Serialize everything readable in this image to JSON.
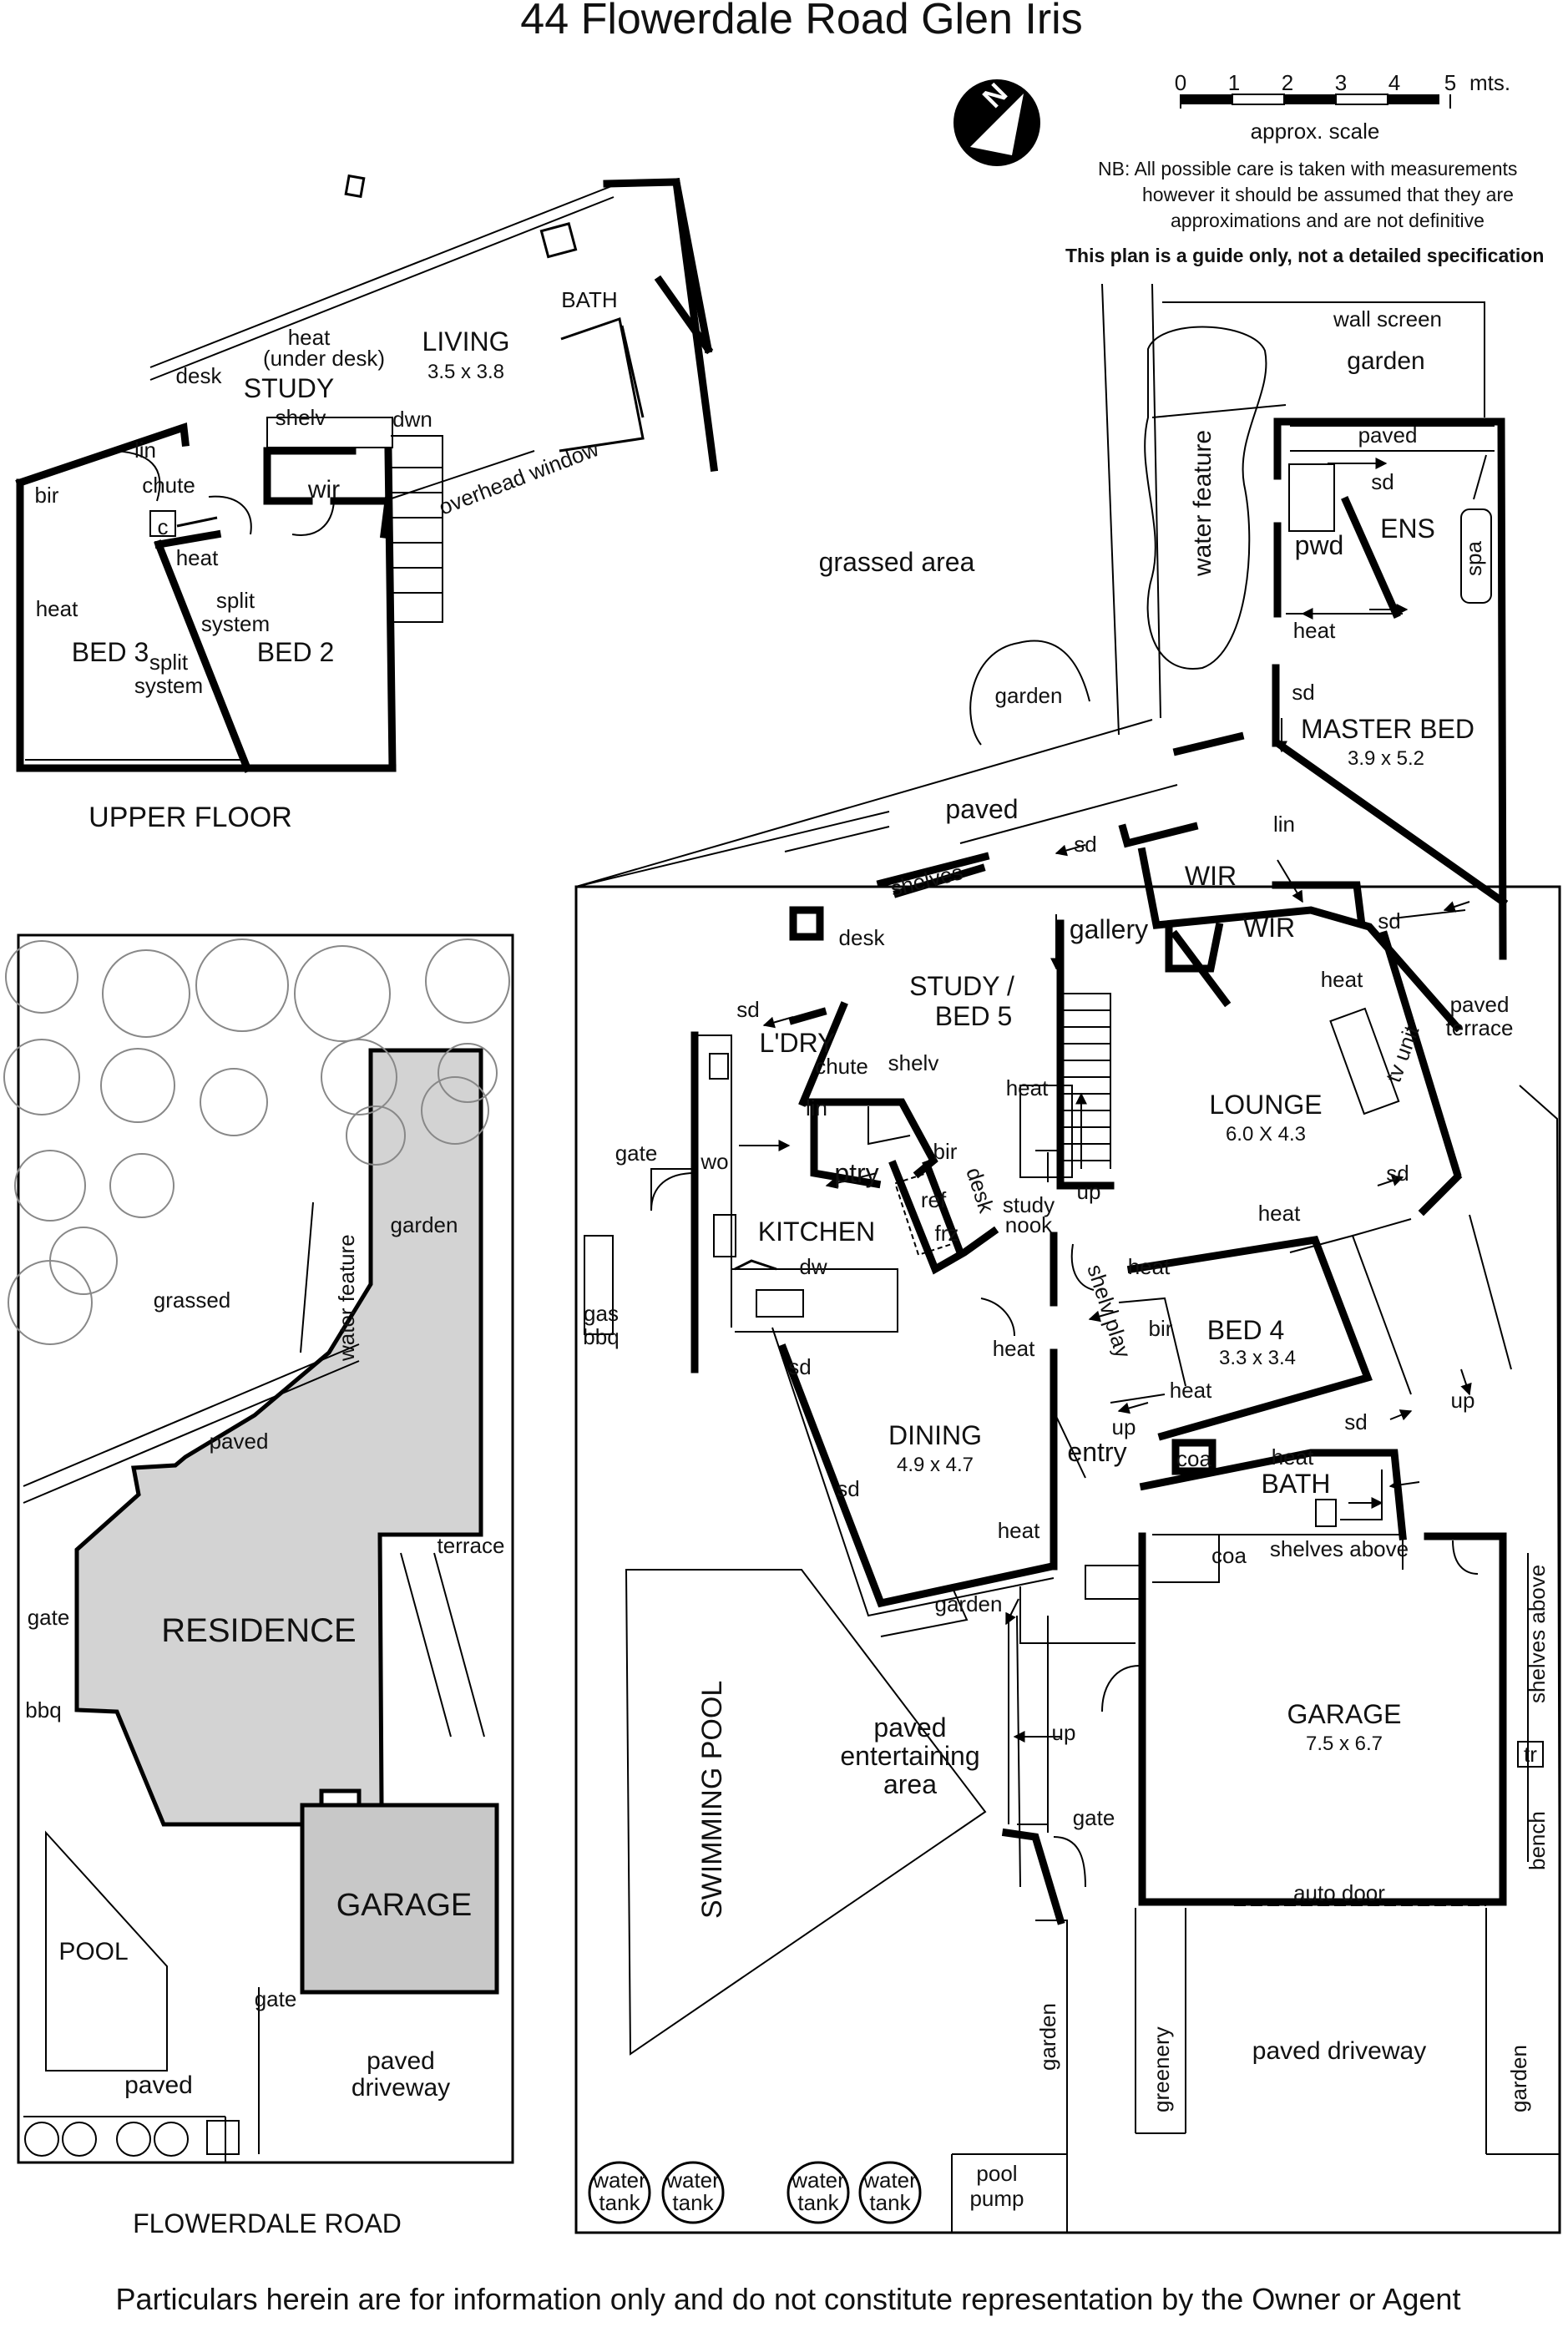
{
  "title": "44 Flowerdale Road Glen Iris",
  "scale": {
    "ticks": [
      "0",
      "1",
      "2",
      "3",
      "4",
      "5"
    ],
    "unit": "mts.",
    "caption": "approx. scale"
  },
  "compass": {
    "letter": "N",
    "icon": "north-arrow-icon"
  },
  "disclaimer": [
    "NB:  All possible care is taken with measurements",
    "however it should be assumed that they are",
    "approximations and are not definitive"
  ],
  "guide_note": "This plan is a guide only, not a detailed specification",
  "footer": "Particulars herein are for information only and do not constitute representation by the Owner or Agent",
  "upper_floor": {
    "heading": "UPPER FLOOR",
    "labels": {
      "living": "LIVING",
      "living_dim": "3.5 x 3.8",
      "bath": "BATH",
      "study": "STUDY",
      "desk": "desk",
      "heat_under_desk_1": "heat",
      "heat_under_desk_2": "(under desk)",
      "shelv": "shelv",
      "dwn": "dwn",
      "wir": "wir",
      "overhead_window": "overhead window",
      "lin": "lin",
      "bir": "bir",
      "chute": "chute",
      "c": "c",
      "heat_a": "heat",
      "heat_b": "heat",
      "split_1a": "split",
      "split_1b": "system",
      "split_2a": "split",
      "split_2b": "system",
      "bed3": "BED 3",
      "bed2": "BED 2"
    }
  },
  "site_plan": {
    "street": "FLOWERDALE ROAD",
    "labels": {
      "garden": "garden",
      "grassed": "grassed",
      "water_feature": "water feature",
      "paved_a": "paved",
      "terrace": "terrace",
      "residence": "RESIDENCE",
      "gate_a": "gate",
      "bbq": "bbq",
      "garage": "GARAGE",
      "pool": "POOL",
      "gate_b": "gate",
      "paved_b": "paved",
      "driveway_1": "paved",
      "driveway_2": "driveway"
    }
  },
  "ground_floor": {
    "labels": {
      "wall_screen": "wall screen",
      "garden_top": "garden",
      "water_feature": "water feature",
      "paved_top": "paved",
      "sd_ens": "sd",
      "ens": "ENS",
      "pwd": "pwd",
      "spa": "spa",
      "heat_ens": "heat",
      "grassed_area": "grassed area",
      "garden_curve": "garden",
      "sd_master": "sd",
      "master_bed": "MASTER BED",
      "master_dim": "3.9 x 5.2",
      "paved_mid": "paved",
      "sd_paved": "sd",
      "lin_wir": "lin",
      "wir_1": "WIR",
      "wir_2": "WIR",
      "shelves": "shelves",
      "desk": "desk",
      "gallery": "gallery",
      "sd_terrace": "sd",
      "heat_lounge": "heat",
      "paved_terrace_1": "paved",
      "paved_terrace_2": "terrace",
      "tv_unit": "tv unit",
      "study_bed5_1": "STUDY /",
      "study_bed5_2": "BED 5",
      "sd_ldry": "sd",
      "ldry": "L'DRY",
      "chute": "chute",
      "shelv": "shelv",
      "lin_ptry": "lin",
      "ptry": "ptry",
      "bir_study": "bir",
      "heat_study": "heat",
      "lounge": "LOUNGE",
      "lounge_dim": "6.0 X 4.3",
      "up_stairs": "up",
      "sd_lounge": "sd",
      "gate_left": "gate",
      "wo": "wo",
      "ref": "ref",
      "frz": "frz",
      "desk_nook": "desk",
      "study_nook_1": "study",
      "study_nook_2": "nook",
      "kitchen": "KITCHEN",
      "dw": "dw",
      "gas_bbq_1": "gas",
      "gas_bbq_2": "bbq",
      "heat_bed4_top": "heat",
      "heat_bed4": "heat",
      "shelv_play": "shelv play",
      "bir_bed4": "bir",
      "bed4": "BED 4",
      "bed4_dim": "3.3 x 3.4",
      "heat_bed4_low": "heat",
      "heat_dining": "heat",
      "up_entry": "up",
      "sd_dining_1": "sd",
      "sd_dining_2": "sd",
      "dining": "DINING",
      "dining_dim": "4.9 x 4.7",
      "entry": "entry",
      "coa_1": "coa",
      "heat_bath": "heat",
      "bath": "BATH",
      "sd_bath": "sd",
      "up_terrace": "up",
      "heat_dining_low": "heat",
      "coa_2": "coa",
      "shelves_above_1": "shelves above",
      "shelves_above_2": "shelves above",
      "garden_low": "garden",
      "swimming_pool": "SWIMMING POOL",
      "paved_ent_1": "paved",
      "paved_ent_2": "entertaining",
      "paved_ent_3": "area",
      "up_ent": "up",
      "garage": "GARAGE",
      "garage_dim": "7.5 x 6.7",
      "tr": "tr",
      "bench": "bench",
      "gate_low": "gate",
      "auto_door": "auto door",
      "garden_side": "garden",
      "greenery": "greenery",
      "paved_driveway": "paved driveway",
      "garden_right": "garden",
      "tank_1a": "water",
      "tank_1b": "tank",
      "tank_2a": "water",
      "tank_2b": "tank",
      "tank_3a": "water",
      "tank_3b": "tank",
      "tank_4a": "water",
      "tank_4b": "tank",
      "pool_pump_1": "pool",
      "pool_pump_2": "pump"
    }
  }
}
